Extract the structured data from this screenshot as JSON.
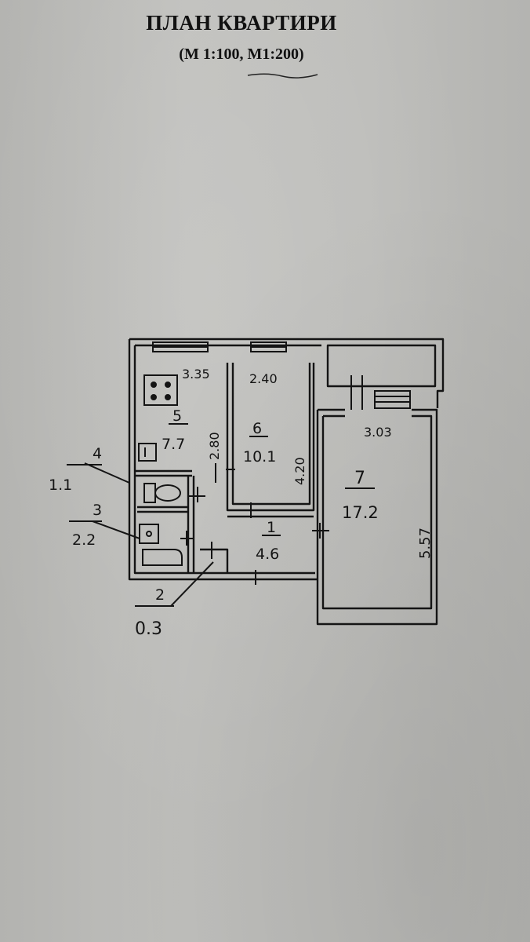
{
  "header": {
    "title": "ПЛАН КВАРТИРИ",
    "scale": "(М 1:100, М1:200)"
  },
  "rooms": [
    {
      "number": "1",
      "area": "4.6"
    },
    {
      "number": "2",
      "area": "0.3"
    },
    {
      "number": "3",
      "area": "2.2"
    },
    {
      "number": "4",
      "area": "1.1"
    },
    {
      "number": "5",
      "area": "7.7"
    },
    {
      "number": "6",
      "area": "10.1"
    },
    {
      "number": "7",
      "area": "17.2"
    }
  ],
  "dimensions": {
    "kitchen_width": "3.35",
    "kitchen_depth": "2.80",
    "room6_width": "2.40",
    "room6_depth": "4.20",
    "room7_width": "3.03",
    "room7_depth": "5.57"
  },
  "colors": {
    "ink": "#141414",
    "paper": "#bdbdba"
  }
}
